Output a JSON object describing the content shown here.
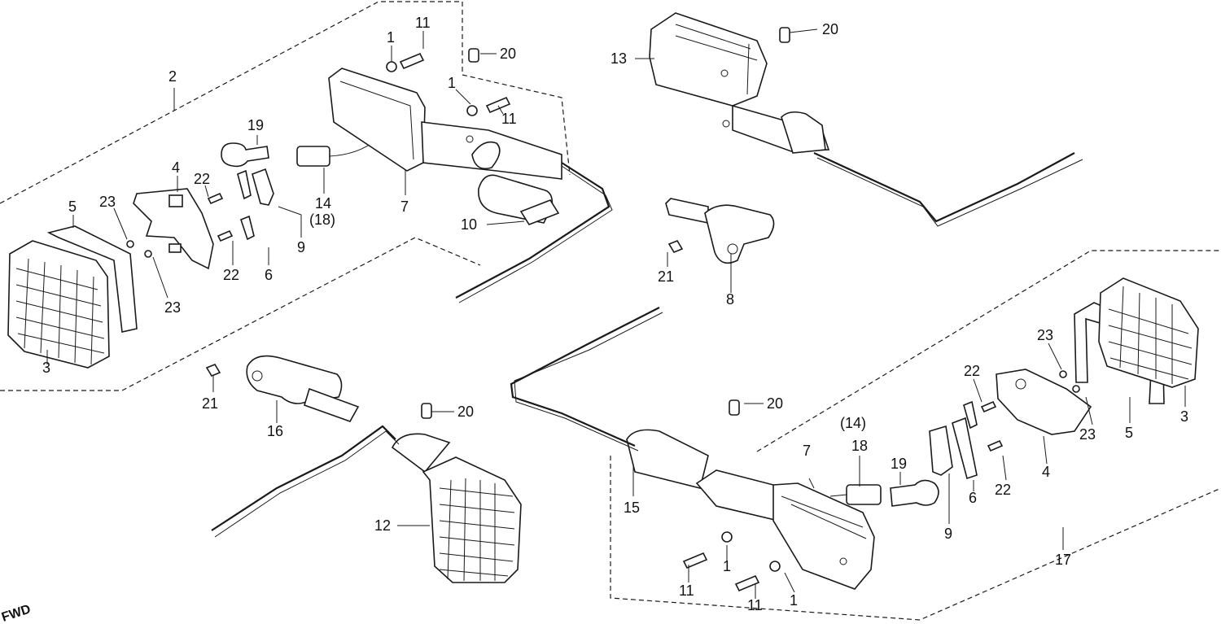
{
  "labels": {
    "p1a": "1",
    "p11a": "11",
    "p20a": "20",
    "p1b": "1",
    "p11b": "11",
    "p2": "2",
    "p19": "19",
    "p4a": "4",
    "p22a": "22",
    "p23a": "23",
    "p5a": "5",
    "p14a": "14",
    "p18a": "(18)",
    "p7a": "7",
    "p9a": "9",
    "p6a": "6",
    "p22b": "22",
    "p23b": "23",
    "p3a": "3",
    "p10": "10",
    "p13": "13",
    "p20b": "20",
    "p21a": "21",
    "p8": "8",
    "p21b": "21",
    "p16": "16",
    "p20c": "20",
    "p12": "12",
    "p23c": "23",
    "p22c": "22",
    "p14b": "(14)",
    "p18b": "18",
    "p7b": "7",
    "p19b": "19",
    "p20d": "20",
    "p15": "15",
    "p9b": "9",
    "p6b": "6",
    "p22d": "22",
    "p4b": "4",
    "p23d": "23",
    "p5b": "5",
    "p3b": "3",
    "p17": "17",
    "p11c": "11",
    "p1c": "1",
    "p11d": "11",
    "p1d": "1"
  },
  "fwd": "FWD"
}
